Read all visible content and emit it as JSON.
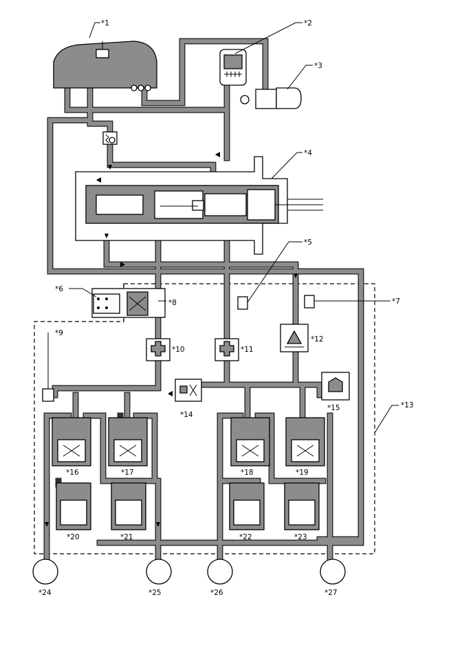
{
  "labels": {
    "l1": "*1",
    "l2": "*2",
    "l3": "*3",
    "l4": "*4",
    "l5": "*5",
    "l6": "*6",
    "l7": "*7",
    "l8": "*8",
    "l9": "*9",
    "l10": "*10",
    "l11": "*11",
    "l12": "*12",
    "l13": "*13",
    "l14": "*14",
    "l15": "*15",
    "l16": "*16",
    "l17": "*17",
    "l18": "*18",
    "l19": "*19",
    "l20": "*20",
    "l21": "*21",
    "l22": "*22",
    "l23": "*23",
    "l24": "*24",
    "l25": "*25",
    "l26": "*26",
    "l27": "*27"
  },
  "colors": {
    "pipe_outline": "#303030",
    "pipe_fill": "#8c8c8c",
    "line": "#000000",
    "background": "#ffffff"
  }
}
